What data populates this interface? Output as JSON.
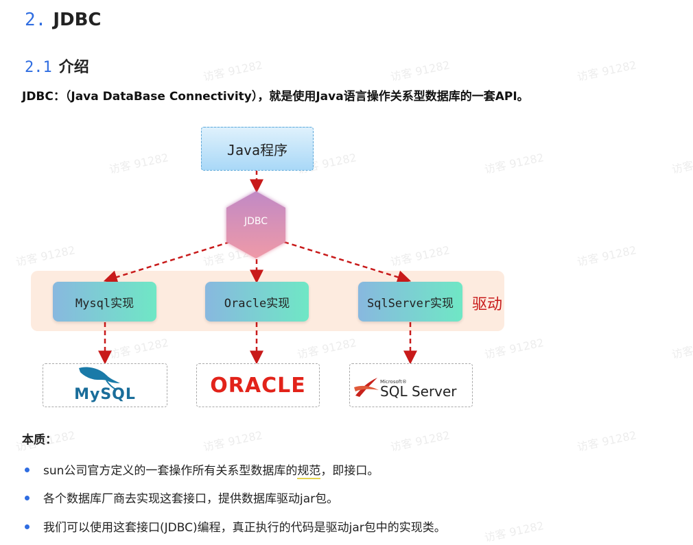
{
  "heading": {
    "number": "2.",
    "title": "JDBC"
  },
  "subheading": {
    "number": "2.1",
    "title": "介绍"
  },
  "intro": "JDBC：（Java DataBase Connectivity），就是使用Java语言操作关系型数据库的一套API。",
  "diagram": {
    "java_label": "Java程序",
    "jdbc_label": "JDBC",
    "impls": [
      "Mysql实现",
      "Oracle实现",
      "SqlServer实现"
    ],
    "driver_label": "驱动",
    "logos": {
      "mysql": "MySQL",
      "oracle": "ORACLE",
      "sqlserver_small": "Microsoft®",
      "sqlserver": "SQL Server"
    }
  },
  "essence": {
    "title": "本质：",
    "bullets": [
      {
        "before": "sun公司官方定义的一套操作所有关系型数据库的",
        "highlight": "规范",
        "after": "，即接口。"
      },
      {
        "before": "各个数据库厂商去实现这套接口，提供数据库驱动jar包。",
        "highlight": "",
        "after": ""
      },
      {
        "before": "我们可以使用这套接口(JDBC)编程，真正执行的代码是驱动jar包中的实现类。",
        "highlight": "",
        "after": ""
      }
    ]
  },
  "watermark": "访客 91282",
  "colors": {
    "accent": "#2f6de1",
    "arrow": "#c81a1a",
    "driver": "#c81a1a"
  }
}
